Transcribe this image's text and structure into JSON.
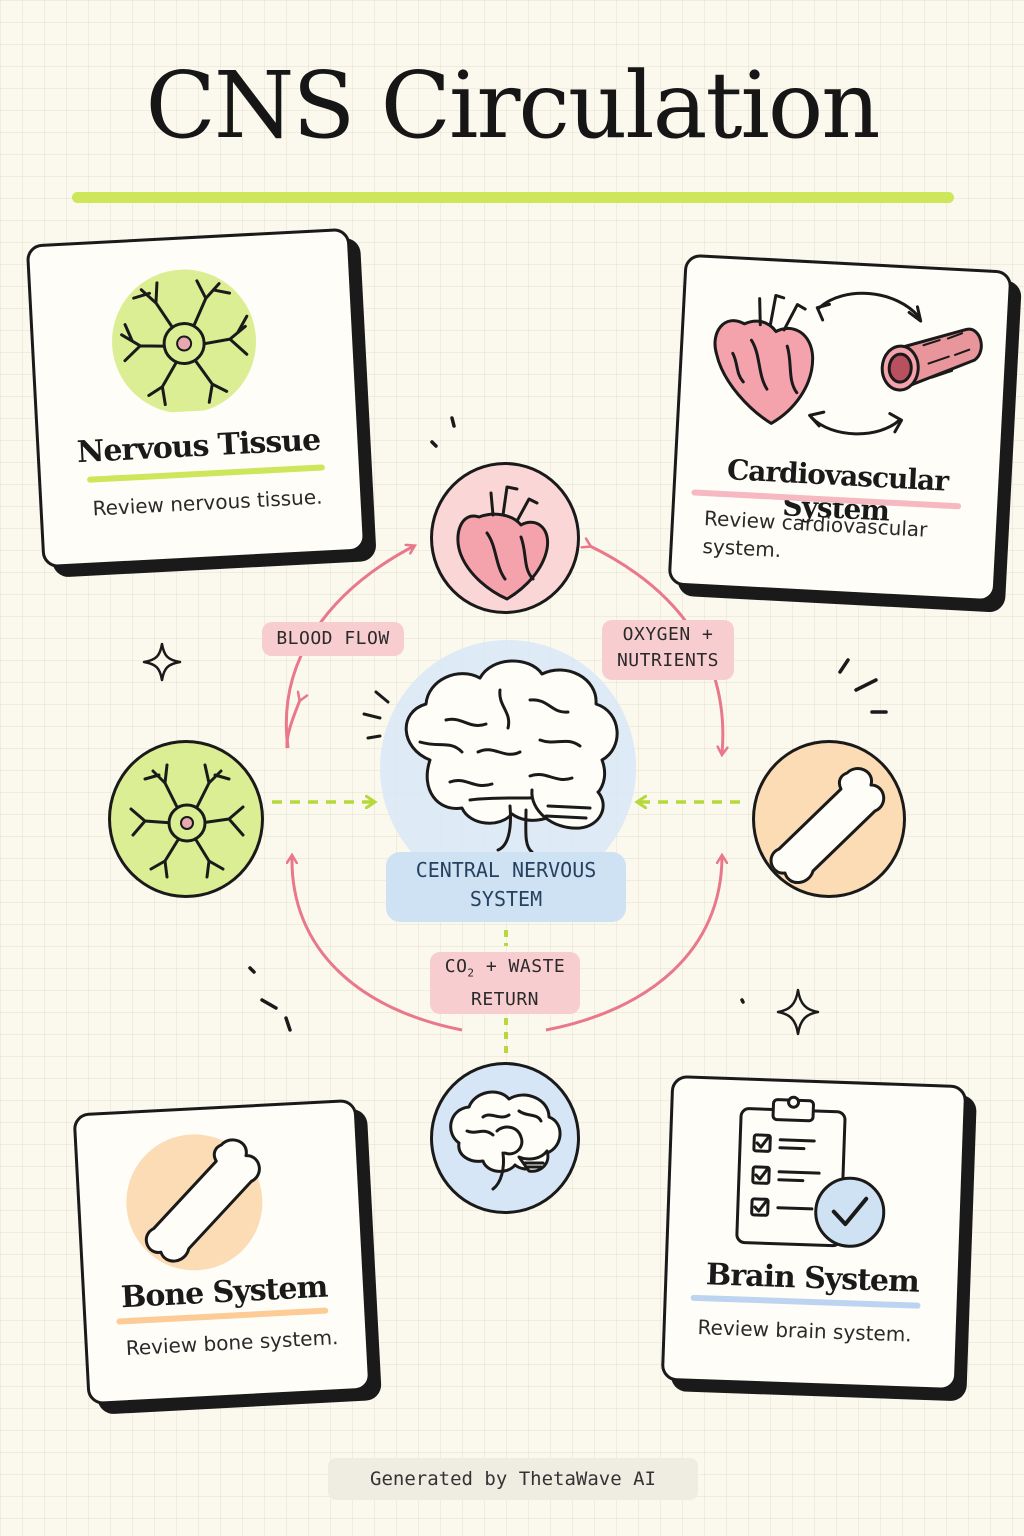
{
  "title": "CNS Circulation",
  "colors": {
    "lime": "#cde65a",
    "pink": "#e8788a",
    "blue": "#cfe2f4",
    "peach": "#fcdcb5",
    "card_border": "#1a1a1a"
  },
  "cards": {
    "nervous_tissue": {
      "title": "Nervous Tissue",
      "description": "Review nervous tissue.",
      "icon": "neuron-icon"
    },
    "cardiovascular": {
      "title": "Cardiovascular System",
      "description": "Review cardiovascular system.",
      "icon": "heart-vessel-icon"
    },
    "bone": {
      "title": "Bone System",
      "description": "Review bone system.",
      "icon": "bone-icon"
    },
    "brain": {
      "title": "Brain System",
      "description": "Review brain system.",
      "icon": "clipboard-check-icon"
    }
  },
  "diagram": {
    "center_label_line1": "CENTRAL NERVOUS",
    "center_label_line2": "SYSTEM",
    "flow_labels": {
      "blood_flow": "BLOOD FLOW",
      "oxygen_line1": "OXYGEN +",
      "oxygen_line2": "NUTRIENTS",
      "co2_prefix": "CO",
      "co2_sub": "2",
      "co2_suffix": " + WASTE",
      "co2_line2": "RETURN"
    },
    "nodes": [
      "heart-icon",
      "neuron-icon",
      "bone-icon",
      "brain-icon"
    ]
  },
  "footer": "Generated by ThetaWave AI"
}
